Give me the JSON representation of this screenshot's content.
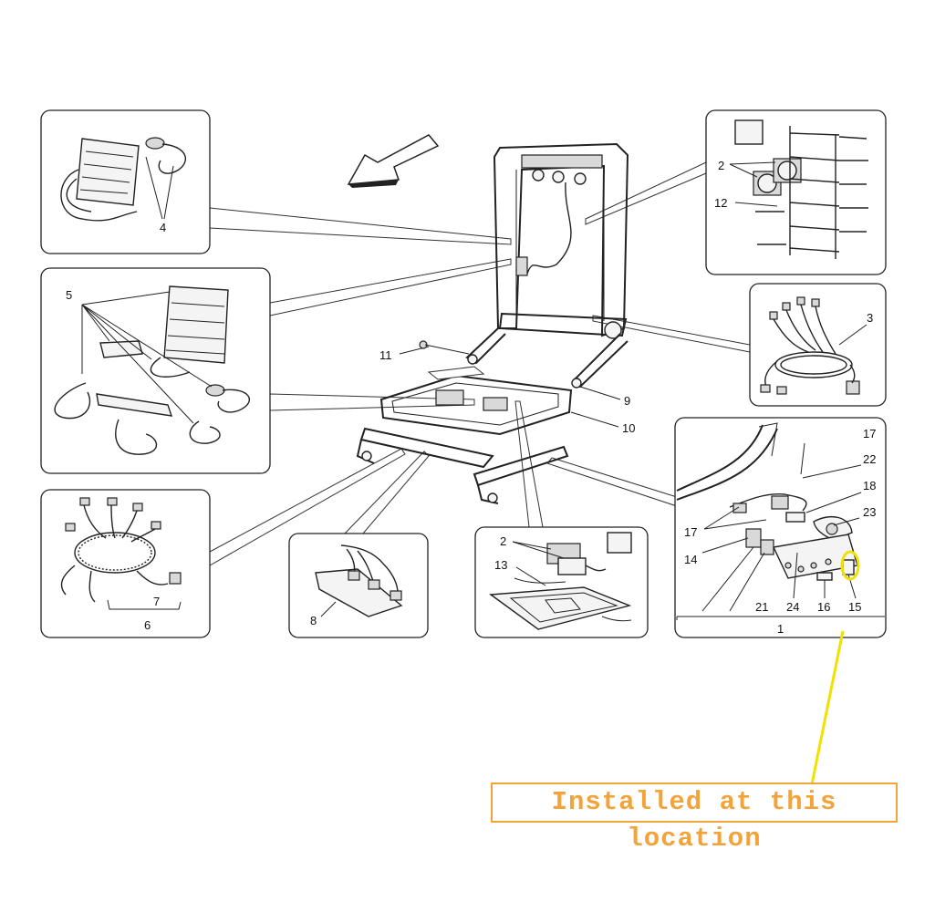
{
  "labels": {
    "top_left": "4",
    "mid_left": "5",
    "bottom_left_6": "6",
    "bottom_left_7": "7",
    "harness_8": "8",
    "pan_2": "2",
    "pan_13": "13",
    "top_right_2": "2",
    "top_right_12": "12",
    "harness_3": "3",
    "screw_11": "11",
    "frame_9": "9",
    "frame_10": "10",
    "ctrl_17a": "17",
    "ctrl_22": "22",
    "ctrl_18": "18",
    "ctrl_17b": "17",
    "ctrl_23": "23",
    "ctrl_14": "14",
    "ctrl_21": "21",
    "ctrl_24": "24",
    "ctrl_16": "16",
    "ctrl_15": "15",
    "ctrl_1": "1"
  },
  "callout": {
    "text": "Installed at this location",
    "color": "#f2a33a"
  },
  "highlight": {
    "color": "#f2e000"
  }
}
